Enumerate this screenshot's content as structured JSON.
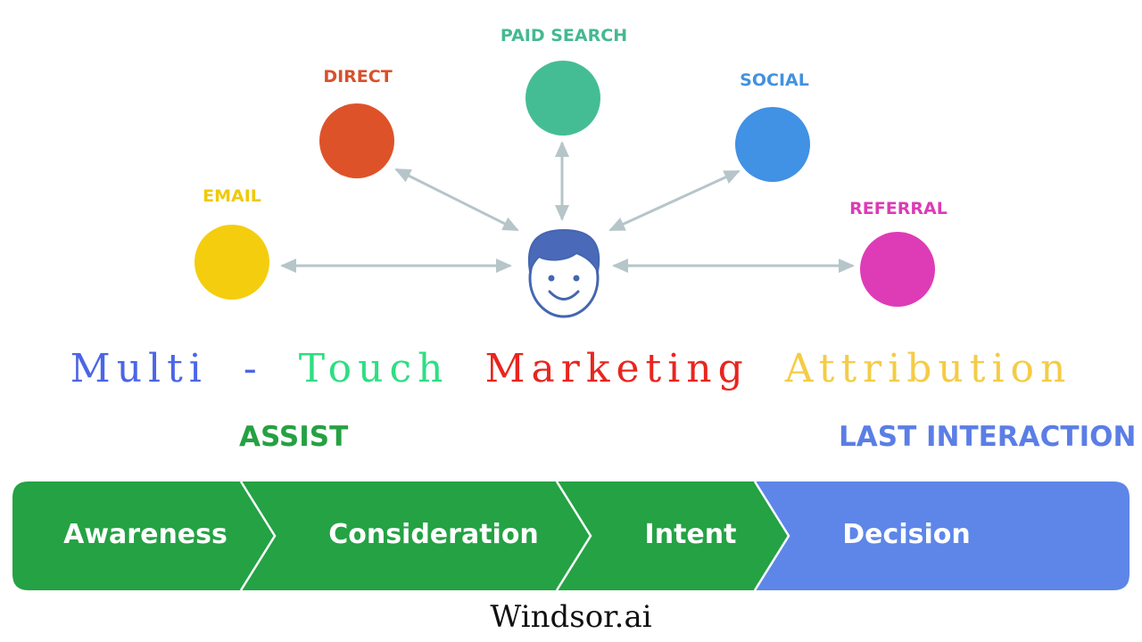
{
  "channels": {
    "email": {
      "label": "EMAIL",
      "color": "#f5cd0f",
      "label_color": "#f0c90a"
    },
    "direct": {
      "label": "DIRECT",
      "color": "#de522a",
      "label_color": "#d9502b"
    },
    "paid": {
      "label": "PAID SEARCH",
      "color": "#45bd94",
      "label_color": "#44b991"
    },
    "social": {
      "label": "SOCIAL",
      "color": "#4191e4",
      "label_color": "#4292e0"
    },
    "referral": {
      "label": "REFERRAL",
      "color": "#de3cb6",
      "label_color": "#dd3bb5"
    }
  },
  "colors": {
    "arrow": "#b6c5c9",
    "face_hair": "#4a69b8",
    "face_outline": "#4566b0",
    "green_stage": "#24a244",
    "blue_stage": "#5d86e8"
  },
  "headline": {
    "word1": {
      "text": "Multi",
      "color": "#4b66e6"
    },
    "dash": {
      "text": "-",
      "color": "#4b66e6"
    },
    "word2": {
      "text": "Touch",
      "color": "#2ede82"
    },
    "word3": {
      "text": "Marketing",
      "color": "#e8251f"
    },
    "word4": {
      "text": "Attribution",
      "color": "#f4cc45"
    }
  },
  "stages": {
    "assist": {
      "label": "ASSIST",
      "color": "#25a142"
    },
    "last": {
      "label": "LAST INTERACTION",
      "color": "#5b7ee6"
    }
  },
  "funnel": {
    "awareness": "Awareness",
    "consideration": "Consideration",
    "intent": "Intent",
    "decision": "Decision"
  },
  "credit": "Windsor.ai"
}
